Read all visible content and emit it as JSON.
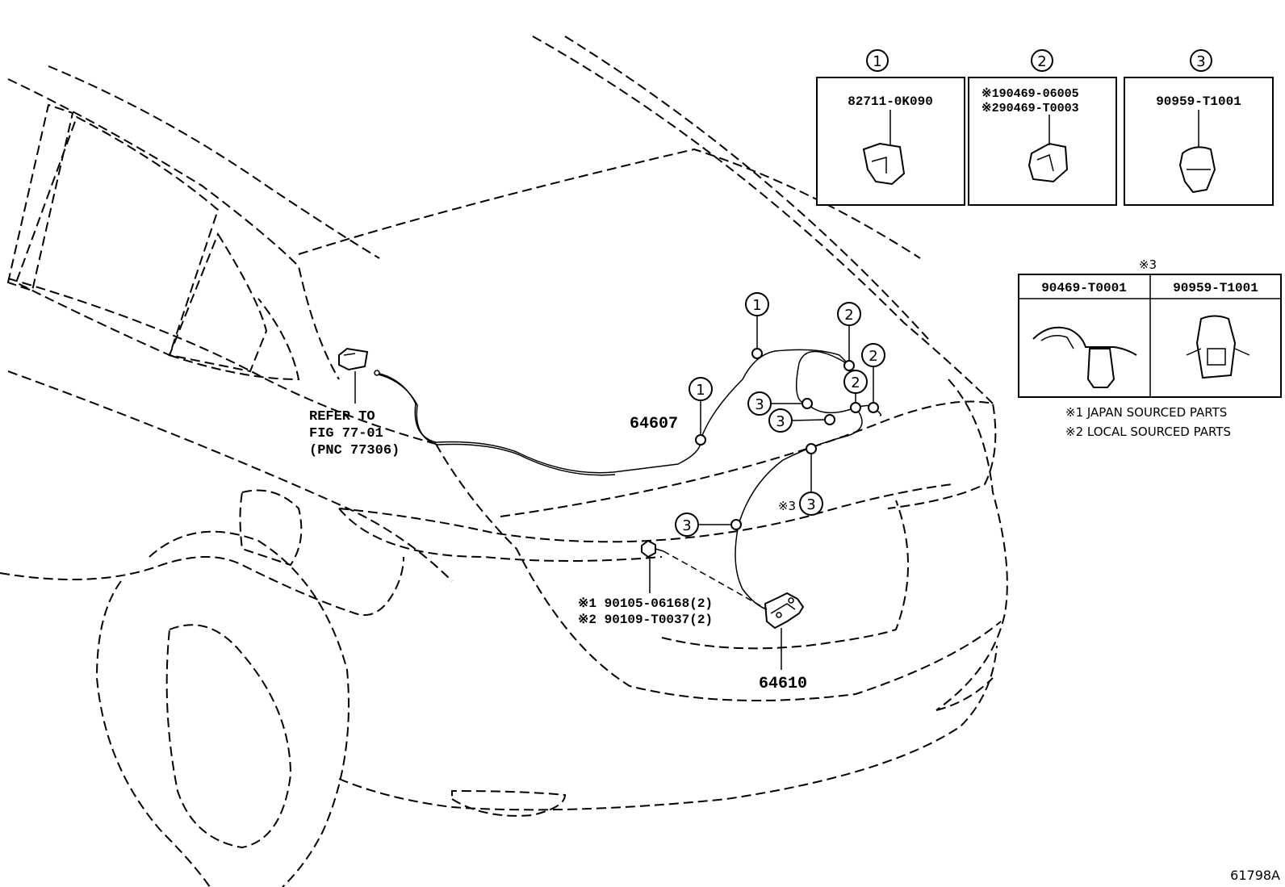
{
  "diagram_id": "61798A",
  "callouts": {
    "c1": "1",
    "c2": "2",
    "c3": "3",
    "star3": "※3"
  },
  "clip_boxes": [
    {
      "index": "1",
      "parts": [
        "82711-0K090"
      ]
    },
    {
      "index": "2",
      "parts": [
        "※190469-06005",
        "※290469-T0003"
      ]
    },
    {
      "index": "3",
      "parts": [
        "90959-T1001"
      ]
    }
  ],
  "star3_box": {
    "header": "※3",
    "left_part": "90469-T0001",
    "right_part": "90959-T1001"
  },
  "legend": {
    "note1": "※1 JAPAN SOURCED PARTS",
    "note2": "※2 LOCAL SOURCED PARTS"
  },
  "refer": {
    "line1": "REFER TO",
    "line2": "FIG 77-01",
    "line3": "(PNC 77306)"
  },
  "part_labels": {
    "cable": "64607",
    "lock": "64610",
    "bolt1": "※1 90105-06168(2)",
    "bolt2": "※2 90109-T0037(2)"
  }
}
